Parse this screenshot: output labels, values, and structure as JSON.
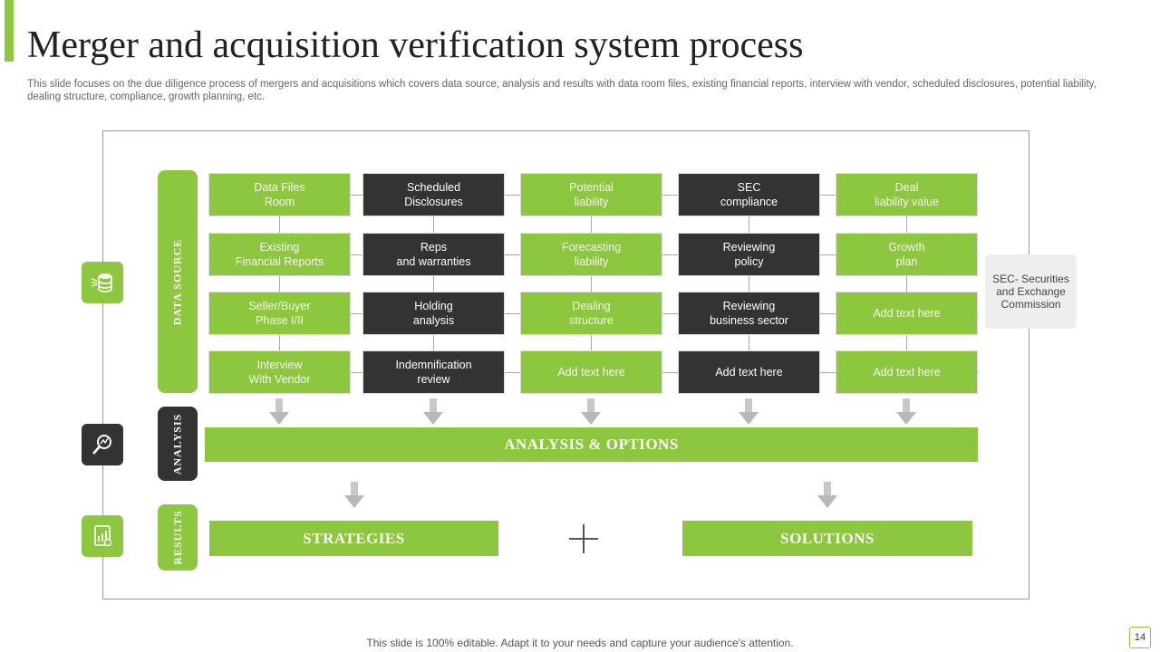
{
  "slide": {
    "title": "Merger and acquisition verification system process",
    "subtitle": "This slide focuses on the due diligence process of mergers and acquisitions which covers data source, analysis and results with data room files, existing financial reports, interview with vendor, scheduled disclosures, potential liability, dealing structure, compliance, growth planning, etc.",
    "footer": "This slide is 100% editable. Adapt it to your needs and capture your audience's attention.",
    "page_number": "14",
    "accent_color": "#8dc63f",
    "dark_color": "#333333"
  },
  "stages": {
    "data_source": "DATA SOURCE",
    "analysis": "ANALYSIS",
    "results": "RESULTS"
  },
  "icons": {
    "data_source": "database-icon",
    "analysis": "magnifier-analysis-icon",
    "results": "report-chart-icon"
  },
  "grid": [
    [
      "Data Files\nRoom",
      "Scheduled\nDisclosures",
      "Potential\nliability",
      "SEC\ncompliance",
      "Deal\nliability value"
    ],
    [
      "Existing\nFinancial Reports",
      "Reps\nand warranties",
      "Forecasting\nliability",
      "Reviewing\npolicy",
      "Growth\nplan"
    ],
    [
      "Seller/Buyer\nPhase I/II",
      "Holding\nanalysis",
      "Dealing\nstructure",
      "Reviewing\nbusiness sector",
      "Add text here"
    ],
    [
      "Interview\nWith Vendor",
      "Indemnification\nreview",
      "Add text here",
      "Add text here",
      "Add text here"
    ]
  ],
  "analysis_bar": "ANALYSIS & OPTIONS",
  "results": {
    "strategies": "STRATEGIES",
    "solutions": "SOLUTIONS"
  },
  "note": "SEC- Securities\nand Exchange\nCommission"
}
